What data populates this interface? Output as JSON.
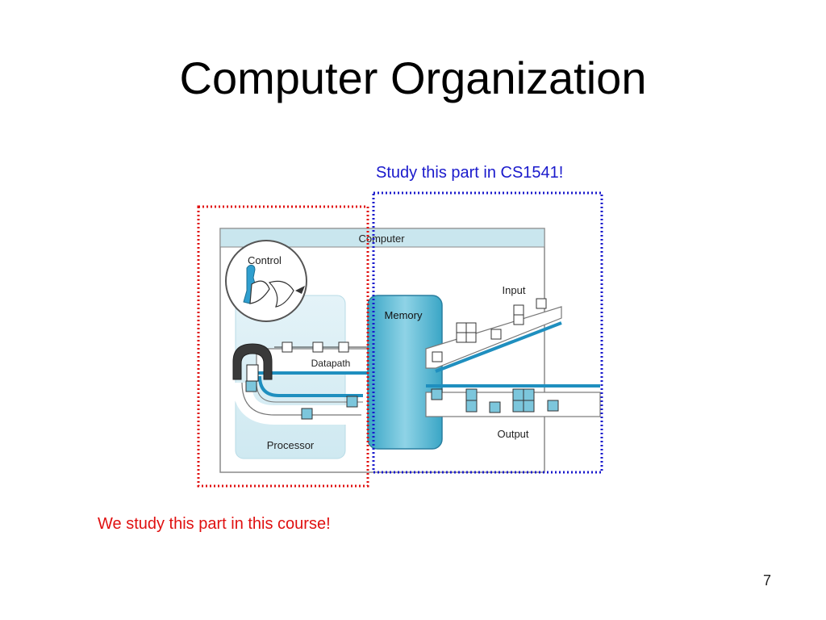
{
  "slide": {
    "title": "Computer Organization",
    "page_number": "7"
  },
  "annotations": {
    "cs1541": {
      "text": "Study this part in CS1541!",
      "color": "#1a1acc"
    },
    "this_course": {
      "text": "We study this part in this course!",
      "color": "#e01010"
    }
  },
  "diagram": {
    "frame_label": "Computer",
    "control_label": "Control",
    "datapath_label": "Datapath",
    "processor_label": "Processor",
    "memory_label": "Memory",
    "input_label": "Input",
    "output_label": "Output",
    "colors": {
      "frame_header": "#c9e6ee",
      "processor_panel": "#dff1f6",
      "memory": "#5cbad6",
      "component_fill": "#7cc6dc",
      "path_blue": "#1f8fbf",
      "highlight_blue": "#1a1acc",
      "highlight_red": "#e01010"
    }
  }
}
